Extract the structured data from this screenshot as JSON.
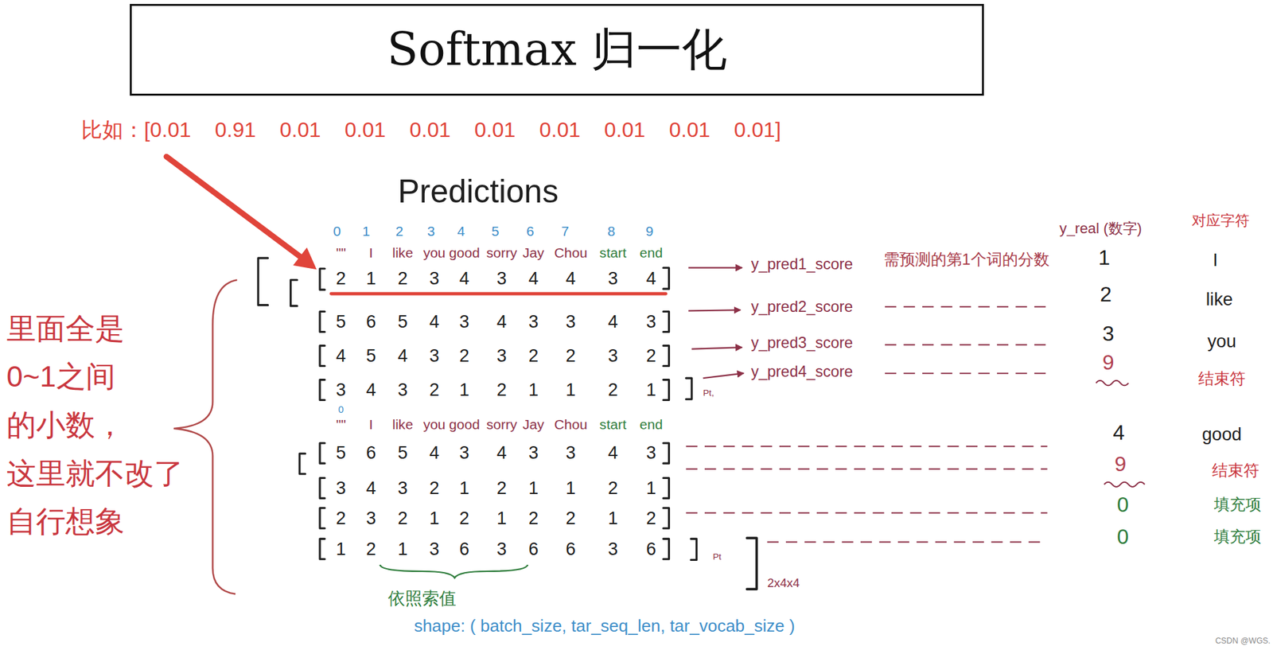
{
  "diagram": {
    "nodes": [
      {
        "text": [
          "Softmax 归一化"
        ]
      }
    ],
    "labels": [
      "比如：[0.01 0.91 0.01 0.01 0.01 0.01 0.01 0.01 0.01 0.01]",
      "Predictions",
      "0",
      "1",
      "2",
      "3",
      "4",
      "5",
      "6",
      "7",
      "8",
      "9",
      "\"\"",
      "I",
      "like",
      "you",
      "good",
      "sorry",
      "Jay",
      "Chou",
      "start",
      "end",
      "2",
      "1",
      "2",
      "3",
      "4",
      "3",
      "4",
      "4",
      "3",
      "4",
      "5",
      "6",
      "5",
      "4",
      "3",
      "4",
      "3",
      "3",
      "4",
      "3",
      "4",
      "5",
      "4",
      "3",
      "2",
      "3",
      "2",
      "2",
      "3",
      "2",
      "3",
      "4",
      "3",
      "2",
      "1",
      "2",
      "1",
      "1",
      "2",
      "1",
      "Pt,",
      "0",
      "\"\"",
      "I",
      "like",
      "you",
      "good",
      "sorry",
      "Jay",
      "Chou",
      "start",
      "end",
      "5",
      "6",
      "5",
      "4",
      "3",
      "4",
      "3",
      "3",
      "4",
      "3",
      "3",
      "4",
      "3",
      "2",
      "1",
      "2",
      "1",
      "1",
      "2",
      "1",
      "2",
      "3",
      "2",
      "1",
      "2",
      "1",
      "2",
      "2",
      "1",
      "2",
      "1",
      "2",
      "1",
      "3",
      "6",
      "3",
      "6",
      "6",
      "3",
      "6",
      "Pt",
      "2x4x4",
      "y_pred1_score",
      "y_pred2_score",
      "y_pred3_score",
      "y_pred4_score",
      "需预测的第1个词的分数",
      "y_real (数字)",
      "对应字符",
      "1",
      "I",
      "2",
      "like",
      "3",
      "you",
      "9",
      "结束符",
      "4",
      "good",
      "9",
      "结束符",
      "0",
      "填充项",
      "0",
      "填充项",
      "里面全是 0~1之间 的小数， 这里就不改了 自行想象",
      "依照索值",
      "shape: ( batch_size, tar_seq_len, tar_vocab_size )",
      "CSDN @WGS."
    ]
  }
}
